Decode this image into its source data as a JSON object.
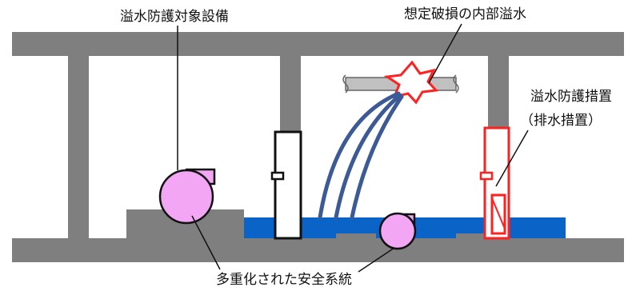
{
  "labels": {
    "protected_equipment": "溢水防護対象設備",
    "assumed_break": "想定破損の内部溢水",
    "protection_measure": "溢水防護措置",
    "drainage_measure": "（排水措置）",
    "redundant_systems": "多重化された安全系統"
  },
  "colors": {
    "structure": "#7f7f7f",
    "water": "#0a64c8",
    "pump_fill": "#f3a6f3",
    "break_star": "#ff2020",
    "measure_outline": "#ff2020",
    "spray": "#3c5a96",
    "pipe": "#c0c0c0"
  },
  "icons": {
    "pump": "pump-icon",
    "break": "burst-star-icon",
    "door": "watertight-door-icon",
    "pipe_break": "pipe-break-icon"
  }
}
